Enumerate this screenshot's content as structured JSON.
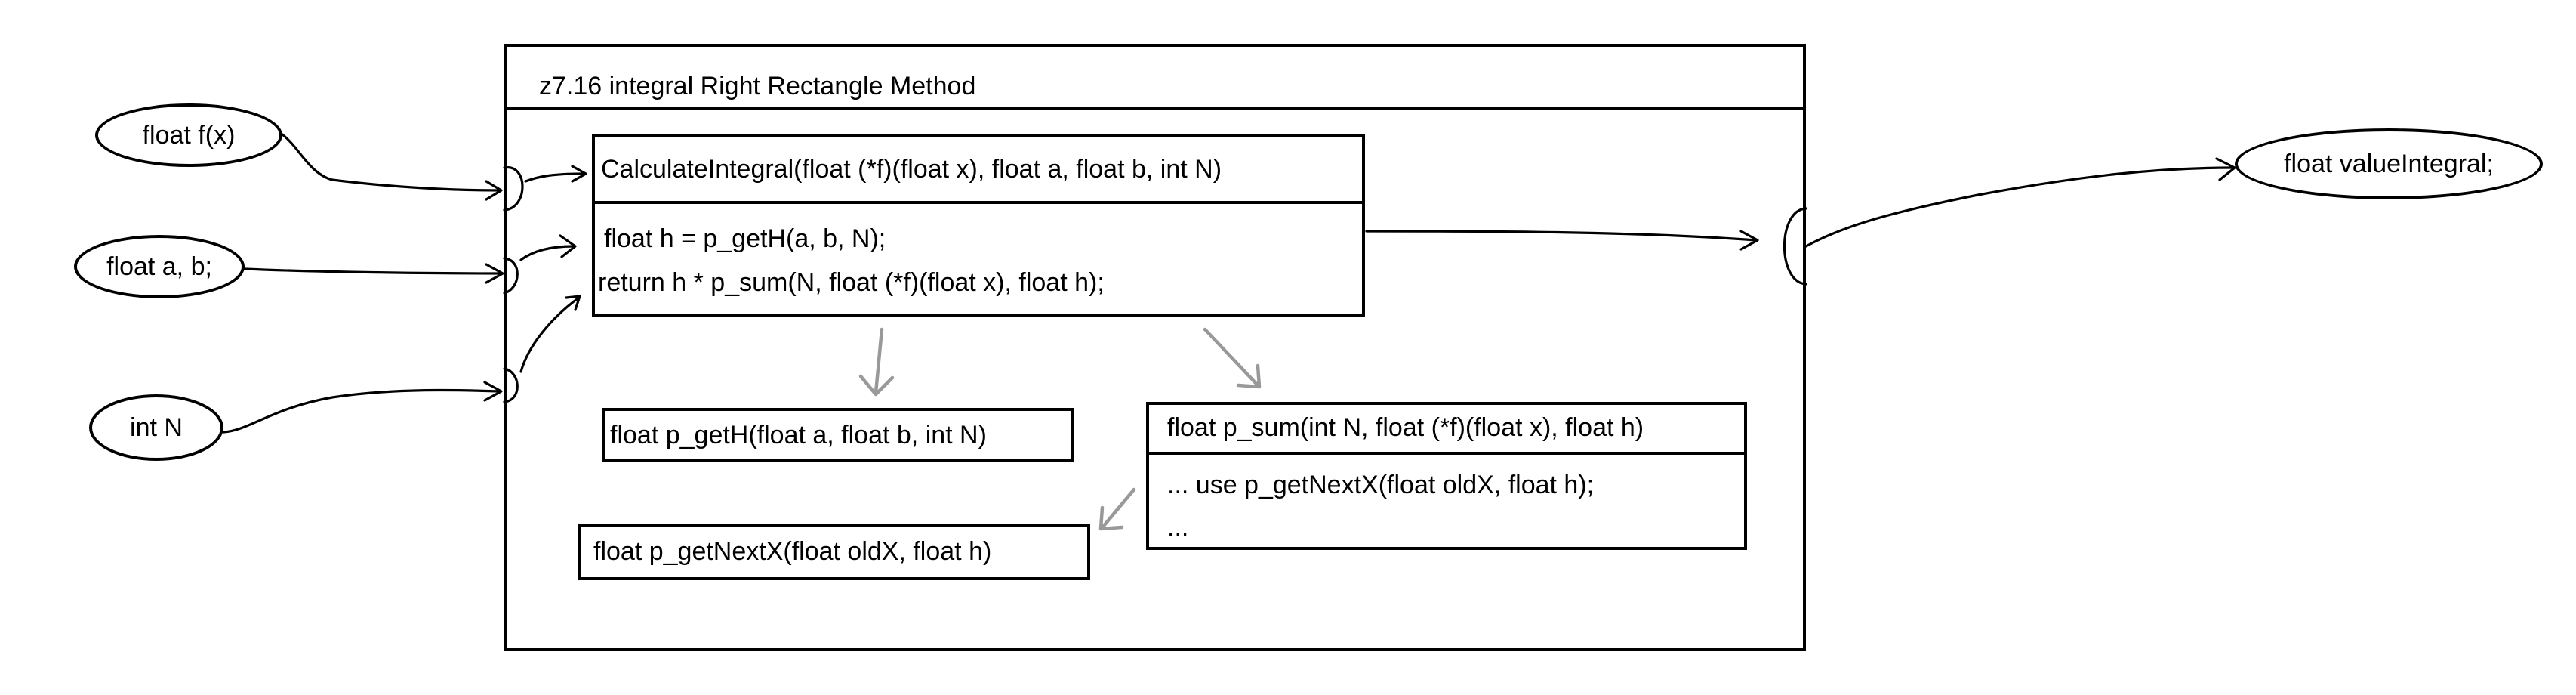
{
  "module": {
    "title": "z7.16 integral Right Rectangle Method"
  },
  "inputs": {
    "f": "float f(x)",
    "ab": "float a, b;",
    "n": "int N"
  },
  "output": {
    "value": "float valueIntegral;"
  },
  "main_function": {
    "signature": "CalculateIntegral(float (*f)(float x), float a, float b, int N)",
    "body_line_1": "float h = p_getH(a, b, N);",
    "body_line_2": "return h *  p_sum(N, float (*f)(float x), float h);"
  },
  "get_h": {
    "signature": "float p_getH(float a, float b, int N)"
  },
  "sum_function": {
    "signature": "float p_sum(int N, float (*f)(float x), float h)",
    "body_line_1": "...   use  p_getNextX(float oldX, float h);",
    "body_line_2": "..."
  },
  "get_next_x": {
    "signature": "float p_getNextX(float oldX, float h)"
  },
  "colors": {
    "stroke": "#000000",
    "secondary_arrow": "#999999",
    "background": "#ffffff"
  }
}
